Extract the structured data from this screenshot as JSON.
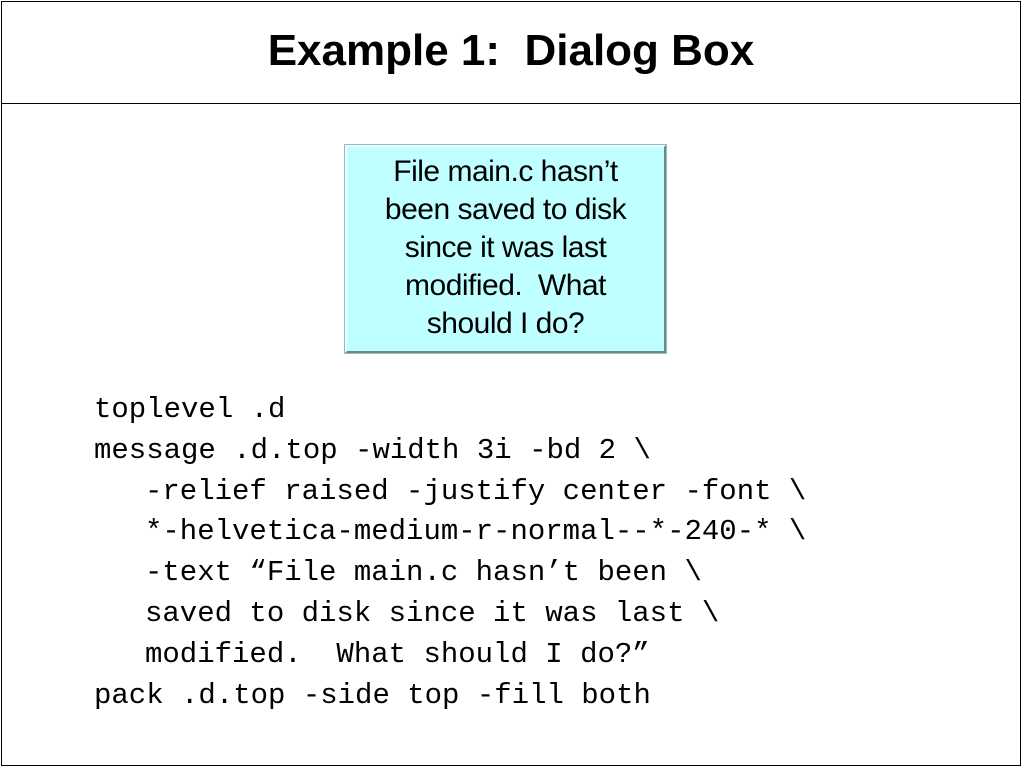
{
  "slide": {
    "title": "Example 1:  Dialog Box"
  },
  "dialog": {
    "lines": [
      "File main.c hasn’t",
      "been saved to disk",
      "since it was last",
      "modified.  What",
      "should I do?"
    ],
    "background_color": "#c0ffff"
  },
  "code": {
    "lines": [
      "toplevel .d",
      "message .d.top -width 3i -bd 2 \\",
      "-relief raised -justify center -font \\",
      "*-helvetica-medium-r-normal--*-240-* \\",
      "-text “File main.c hasn’t been \\",
      "saved to disk since it was last \\",
      "modified.  What should I do?”",
      "pack .d.top -side top -fill both"
    ]
  }
}
